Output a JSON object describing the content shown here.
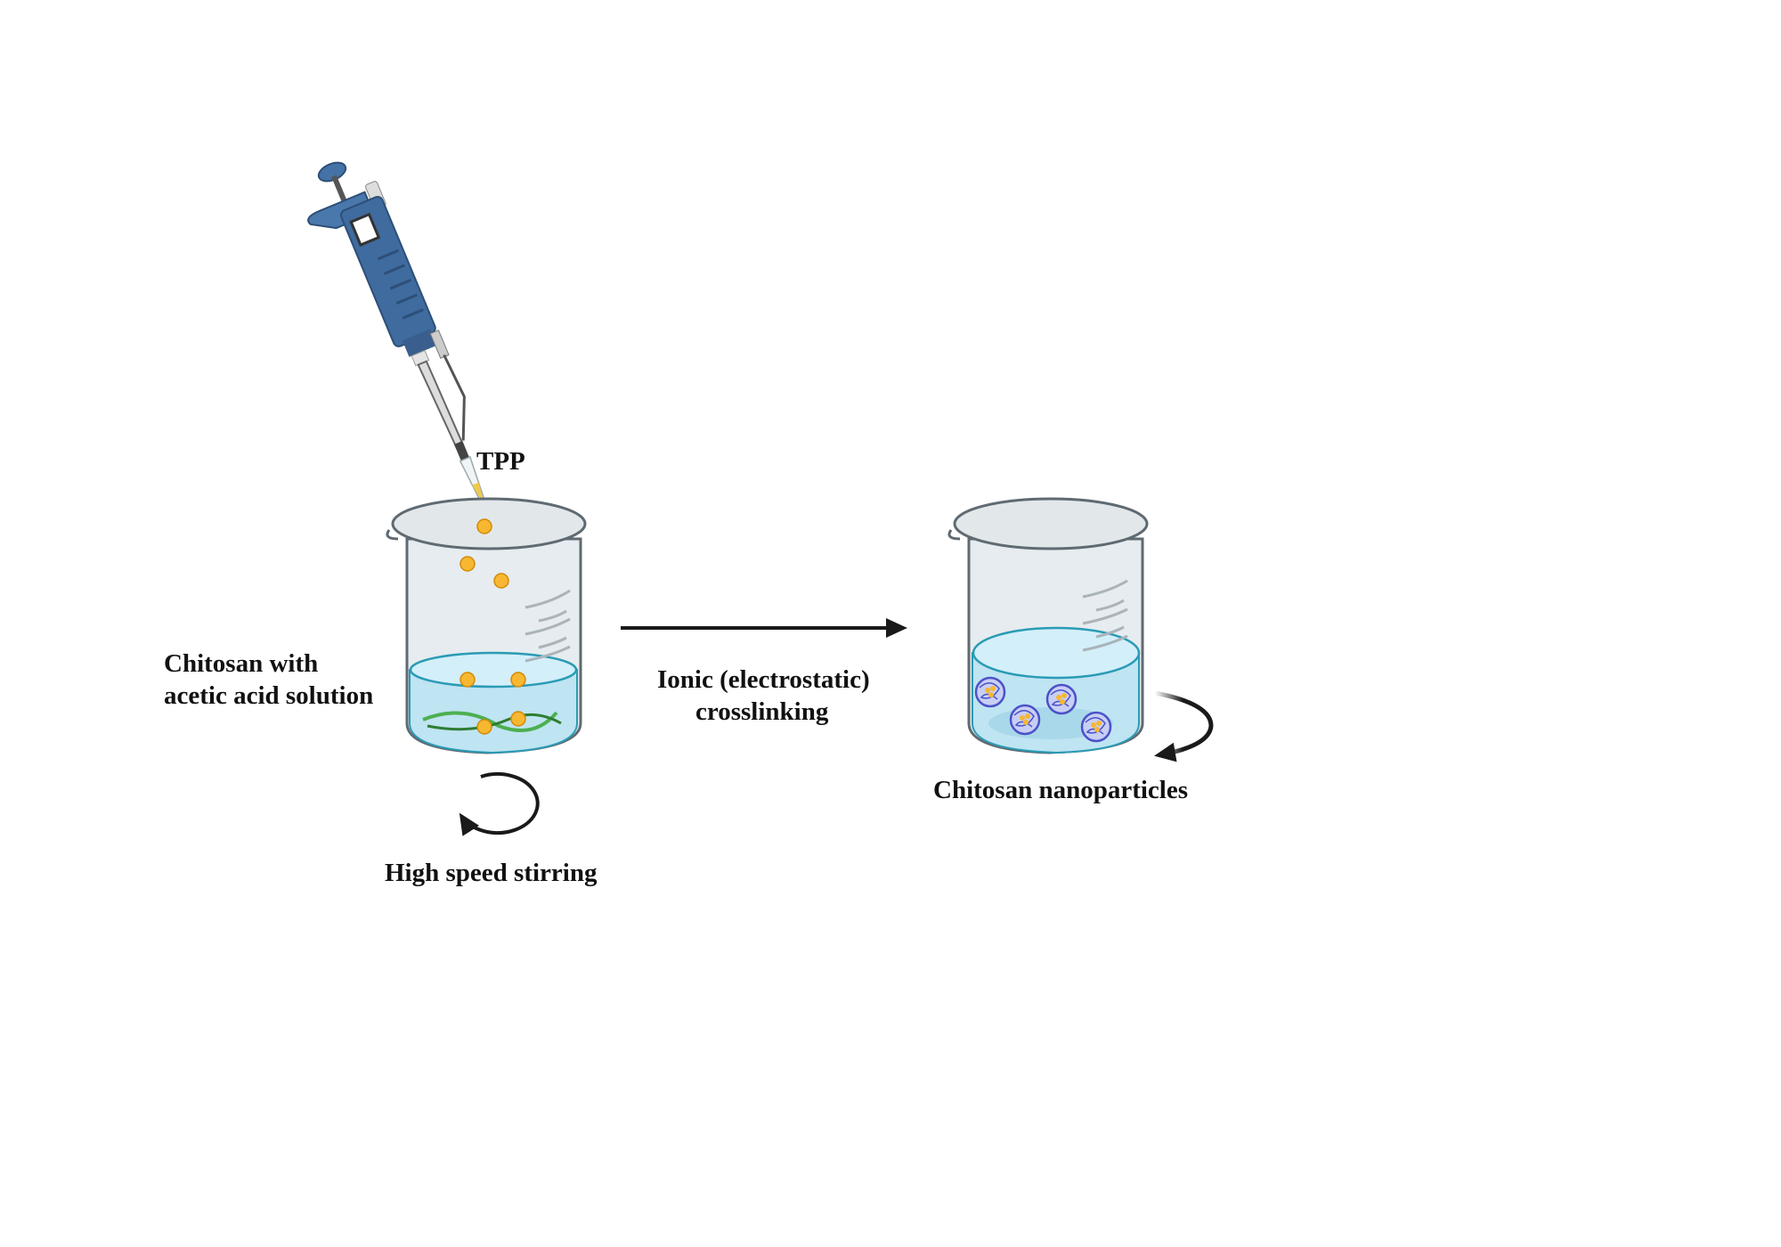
{
  "labels": {
    "reagent": "TPP",
    "start_solution_line1": "Chitosan with",
    "start_solution_line2": "acetic acid solution",
    "process_line1": "Ionic (electrostatic)",
    "process_line2": "crosslinking",
    "stirring": "High speed stirring",
    "product": "Chitosan nanoparticles"
  },
  "colors": {
    "pipette": "#3f6b9e",
    "tpp_droplet": "#f7b731",
    "liquid": "#bfe4f2",
    "liquid_edge": "#2a9bb5",
    "chitosan_strand": "#4caf50",
    "nanoparticle": "#4b52c8",
    "arrow": "#1a1a1a"
  }
}
